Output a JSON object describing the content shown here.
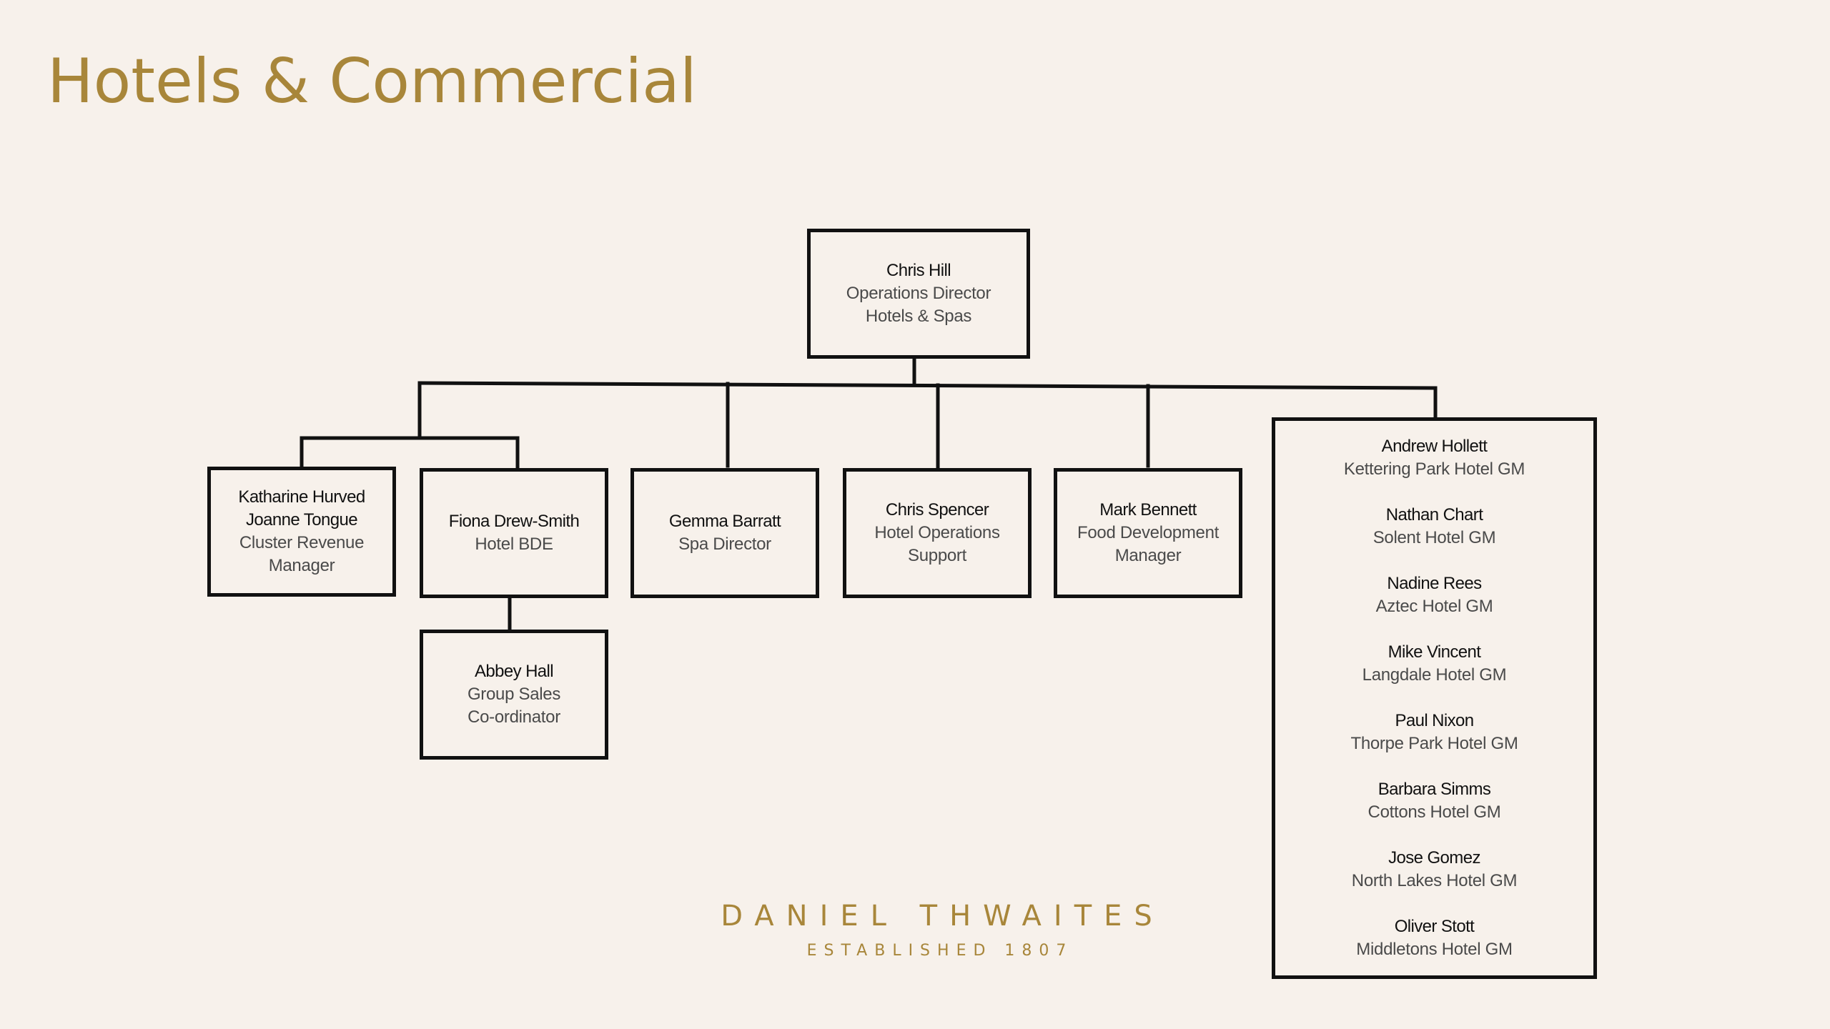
{
  "title": "Hotels & Commercial",
  "root": {
    "name": "Chris Hill",
    "role_lines": [
      "Operations Director",
      "Hotels & Spas"
    ]
  },
  "revenue": {
    "names": [
      "Katharine Hurved",
      "Joanne Tongue"
    ],
    "role_lines": [
      "Cluster Revenue",
      "Manager"
    ]
  },
  "bde": {
    "name": "Fiona Drew-Smith",
    "role_lines": [
      "Hotel BDE"
    ]
  },
  "sales": {
    "name": "Abbey Hall",
    "role_lines": [
      "Group Sales",
      "Co-ordinator"
    ]
  },
  "spa": {
    "name": "Gemma Barratt",
    "role_lines": [
      "Spa Director"
    ]
  },
  "ops_support": {
    "name": "Chris Spencer",
    "role_lines": [
      "Hotel Operations",
      "Support"
    ]
  },
  "food": {
    "name": "Mark Bennett",
    "role_lines": [
      "Food Development",
      "Manager"
    ]
  },
  "general_managers": [
    {
      "name": "Andrew Hollett",
      "role": "Kettering Park Hotel GM"
    },
    {
      "name": "Nathan Chart",
      "role": "Solent Hotel GM"
    },
    {
      "name": "Nadine Rees",
      "role": "Aztec Hotel GM"
    },
    {
      "name": "Mike Vincent",
      "role": "Langdale Hotel GM"
    },
    {
      "name": "Paul Nixon",
      "role": "Thorpe Park Hotel GM"
    },
    {
      "name": "Barbara Simms",
      "role": "Cottons Hotel GM"
    },
    {
      "name": "Jose Gomez",
      "role": "North Lakes Hotel GM"
    },
    {
      "name": "Oliver Stott",
      "role": "Middletons Hotel GM"
    }
  ],
  "logo": {
    "name": "DANIEL THWAITES",
    "established": "ESTABLISHED 1807"
  },
  "colors": {
    "background": "#f7f1eb",
    "accent": "#a8863a",
    "line": "#111111"
  }
}
